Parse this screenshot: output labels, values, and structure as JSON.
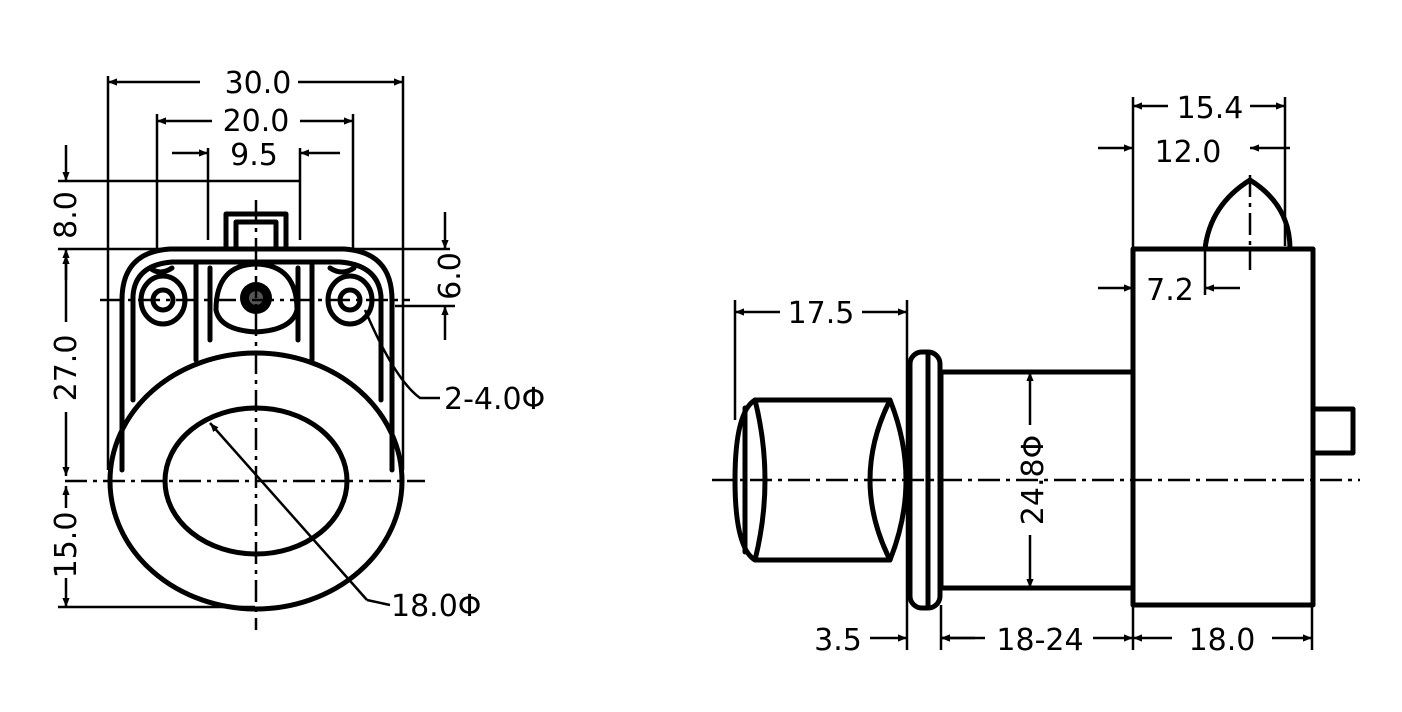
{
  "front_view": {
    "dim_width_30": "30.0",
    "dim_width_20": "20.0",
    "dim_width_9_5": "9.5",
    "dim_height_8": "8.0",
    "dim_height_27": "27.0",
    "dim_height_15": "15.0",
    "dim_height_6": "6.0",
    "dim_holes": "2-4.0Φ",
    "dim_bore": "18.0Φ"
  },
  "side_view": {
    "dim_15_4": "15.4",
    "dim_12": "12.0",
    "dim_7_2": "7.2",
    "dim_17_5": "17.5",
    "dim_diameter": "24.8Φ",
    "dim_3_5": "3.5",
    "dim_range": "18-24",
    "dim_18": "18.0"
  }
}
